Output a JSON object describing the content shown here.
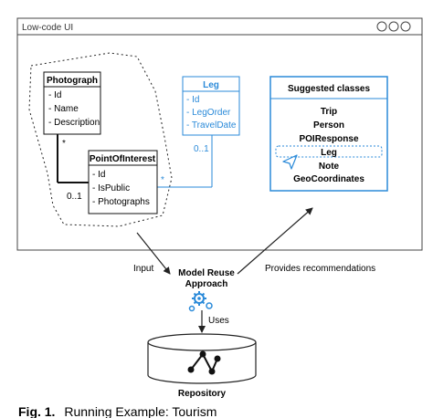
{
  "window": {
    "title": "Low-code UI"
  },
  "photograph": {
    "name": "Photograph",
    "attributes": [
      "- Id",
      "- Name",
      "- Description"
    ]
  },
  "poi": {
    "name": "PointOfInterest",
    "attributes": [
      "- Id",
      "- IsPublic",
      "- Photographs"
    ]
  },
  "leg": {
    "name": "Leg",
    "attributes": [
      "- Id",
      "- LegOrder",
      "- TravelDate"
    ]
  },
  "multiplicities": {
    "photo_end": "*",
    "poi_end": "0..1",
    "leg_end": "0..1",
    "poi_leg_end": "*"
  },
  "suggested": {
    "title": "Suggested classes",
    "items": [
      "Trip",
      "Person",
      "POIResponse",
      "Leg",
      "Note",
      "GeoCoordinates"
    ]
  },
  "flow": {
    "input": "Input",
    "approach": [
      "Model Reuse",
      "Approach"
    ],
    "provides": "Provides recommendations",
    "uses": "Uses",
    "repository": "Repository"
  },
  "caption": {
    "label": "Fig. 1.",
    "text": "Running Example: Tourism"
  },
  "colors": {
    "accent": "#2a8ad9",
    "stroke": "#222222"
  }
}
